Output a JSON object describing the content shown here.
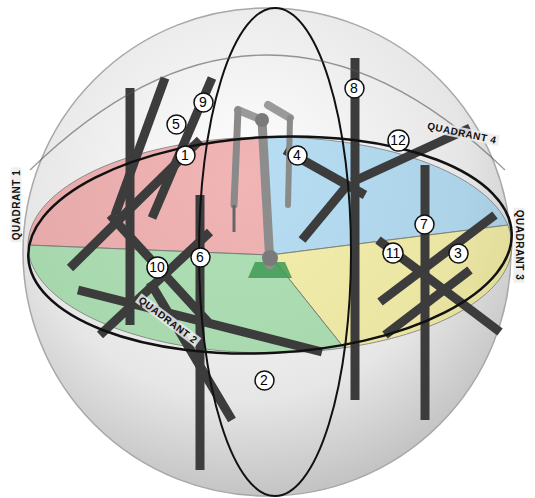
{
  "diagram": {
    "nodes": [
      {
        "text": [
          "8"
        ]
      },
      {
        "text": [
          "9"
        ]
      },
      {
        "text": [
          "5"
        ]
      },
      {
        "text": [
          "12"
        ]
      },
      {
        "text": [
          "1"
        ]
      },
      {
        "text": [
          "4"
        ]
      },
      {
        "text": [
          "7"
        ]
      },
      {
        "text": [
          "10"
        ]
      },
      {
        "text": [
          "6"
        ]
      },
      {
        "text": [
          "11"
        ]
      },
      {
        "text": [
          "3"
        ]
      },
      {
        "text": [
          "2"
        ]
      }
    ],
    "labels": [
      "QUADRANT 1",
      "QUADRANT 4",
      "QUADRANT 2",
      "QUADRANT 3"
    ]
  }
}
